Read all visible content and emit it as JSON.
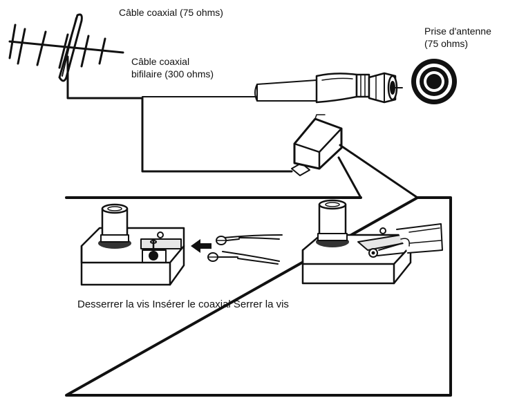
{
  "labels": {
    "coax_75": "Câble coaxial (75 ohms)",
    "bifilaire_line1": "Câble coaxial",
    "bifilaire_line2": "bifilaire (300 ohms)",
    "prise_line1": "Prise d'antenne",
    "prise_line2": "(75 ohms)",
    "steps": "Desserrer la vis Insérer le coaxial Serrer la vis"
  },
  "colors": {
    "ink": "#111111",
    "paper": "#ffffff",
    "shade": "#e6e6e6"
  },
  "icons": [
    "antenna-icon",
    "coax-cable-icon",
    "f-connector-icon",
    "wall-socket-icon",
    "matching-transformer-icon",
    "arrow-left-icon",
    "screw-terminal-icon"
  ]
}
